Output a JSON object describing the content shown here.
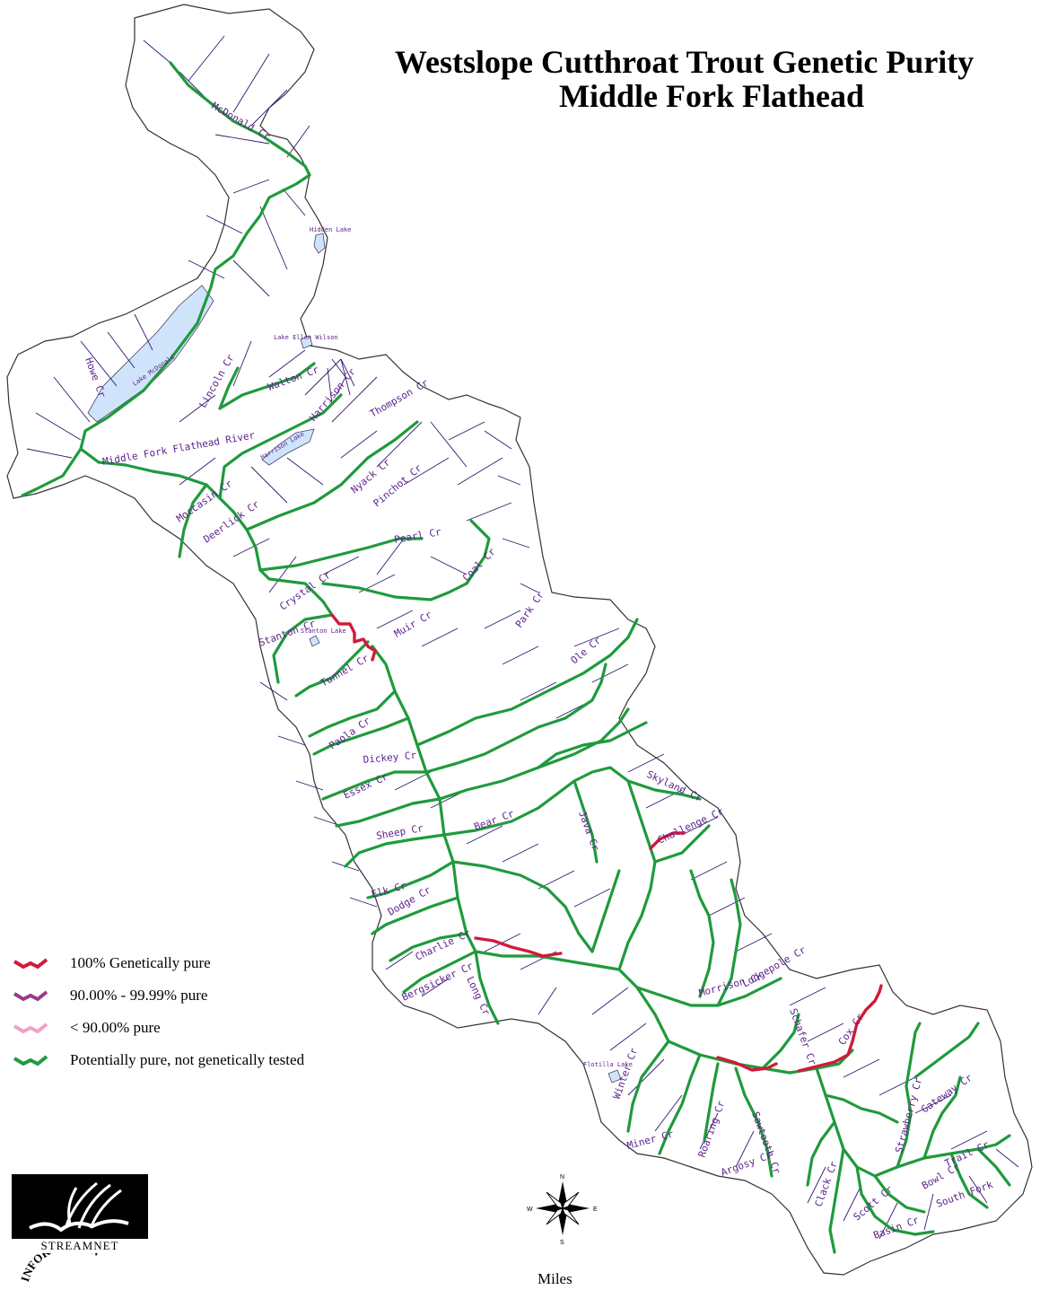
{
  "title": {
    "line1": "Westslope Cutthroat Trout Genetic Purity",
    "line2": "Middle Fork Flathead"
  },
  "legend": [
    {
      "label": "100% Genetically pure",
      "color": "#d11a3b"
    },
    {
      "label": "90.00% - 99.99% pure",
      "color": "#9b3a8e"
    },
    {
      "label": "< 90.00% pure",
      "color": "#f0a1c6"
    },
    {
      "label": "Potentially pure, not genetically tested",
      "color": "#1f9a3c"
    }
  ],
  "logo": {
    "text": "STREAMNET"
  },
  "seal": {
    "text": "INFORMATION"
  },
  "compass": {
    "n": "N",
    "s": "S",
    "e": "E",
    "w": "W"
  },
  "scale_label": "Miles",
  "colors": {
    "stream": "#2e1a6e",
    "lake": "#cfe4fb",
    "boundary": "#333333",
    "label": "#5a1f8a"
  },
  "lakes": [
    "Lake McDonald",
    "Harrison Lake",
    "Hidden Lake",
    "Lake Ellen Wilson",
    "Stanton Lake",
    "Flotilla Lake"
  ],
  "streams": [
    "McDonald Cr",
    "Howe Cr",
    "Lincoln Cr",
    "Walton Cr",
    "Harrison Cr",
    "Thompson Cr",
    "Middle Fork Flathead River",
    "Moccasin Cr",
    "Nyack Cr",
    "Pinchot Cr",
    "Deerlick Cr",
    "Pearl Cr",
    "Coal Cr",
    "Crystal Cr",
    "Stanton Cr",
    "Muir Cr",
    "Tunnel Cr",
    "Park Cr",
    "Ole Cr",
    "Paola Cr",
    "Dickey Cr",
    "Essex Cr",
    "Skyland Cr",
    "Bear Cr",
    "Java Cr",
    "Sheep Cr",
    "Elk Cr",
    "Challenge Cr",
    "Dodge Cr",
    "Charlie Cr",
    "Bergsicker Cr",
    "Long Cr",
    "Morrison Cr",
    "Lodgepole Cr",
    "Schafer Cr",
    "Cox Cr",
    "Gateway Cr",
    "Strawberry Cr",
    "Trail Cr",
    "Bowl Cr",
    "South Fork",
    "Basin Cr",
    "Clack Cr",
    "Scott Cr",
    "Roaring Cr",
    "Argosy Cr",
    "Sawtooth Cr",
    "Miner Cr",
    "Winter Cr"
  ],
  "lake_labels": {
    "mcdonald": "Lake McDonald",
    "harrison": "Harrison Lake",
    "hidden": "Hidden Lake",
    "ellen": "Lake Ellen Wilson",
    "stanton": "Stanton Lake",
    "flotilla": "Flotilla Lake"
  }
}
